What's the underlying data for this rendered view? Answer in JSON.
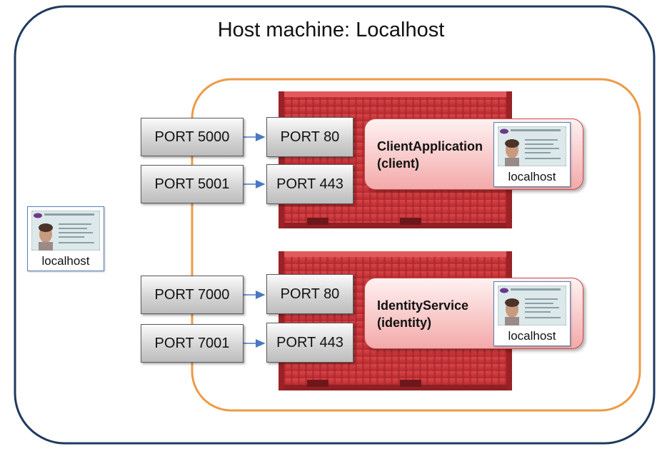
{
  "title": "Host machine: Localhost",
  "host_card": {
    "label": "localhost"
  },
  "containers": [
    {
      "host_ports": [
        "PORT 5000",
        "PORT 5001"
      ],
      "container_ports": [
        "PORT 80",
        "PORT 443"
      ],
      "service_name": "ClientApplication",
      "service_alias": "(client)",
      "card_label": "localhost"
    },
    {
      "host_ports": [
        "PORT 7000",
        "PORT 7001"
      ],
      "container_ports": [
        "PORT 80",
        "PORT 443"
      ],
      "service_name": "IdentityService",
      "service_alias": "(identity)",
      "card_label": "localhost"
    }
  ],
  "colors": {
    "host_border": "#1f3a5f",
    "network_border": "#ec9a47",
    "container_red": "#c63a3c",
    "arrow": "#4a78c0"
  }
}
